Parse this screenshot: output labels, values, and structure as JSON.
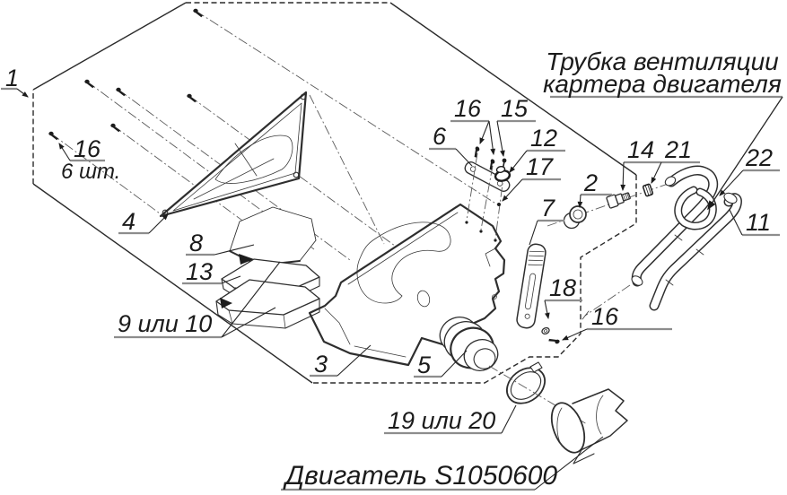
{
  "diagram": {
    "kind": "exploded-parts-diagram",
    "annotations": {
      "vent_tube_note_line1": "Трубка вентиляции",
      "vent_tube_note_line2": "картера двигателя",
      "engine_note": "Двигатель S1050600",
      "screw_quantity_note": "6 шт."
    },
    "labels": {
      "n1": "1",
      "n2": "2",
      "n3": "3",
      "n4": "4",
      "n5": "5",
      "n6": "6",
      "n7": "7",
      "n8": "8",
      "n11": "11",
      "n12": "12",
      "n13": "13",
      "n14": "14",
      "n15": "15",
      "n16_screws": "16",
      "n16_top": "16",
      "n16_bottom": "16",
      "n17": "17",
      "n18": "18",
      "n21": "21",
      "n22": "22",
      "n9or10": "9 или 10",
      "n19or20": "19 или 20"
    },
    "colors": {
      "line": "#2e2e2e",
      "underline": "#8d8d8d",
      "text": "#1b1b1b",
      "background": "#ffffff"
    }
  }
}
